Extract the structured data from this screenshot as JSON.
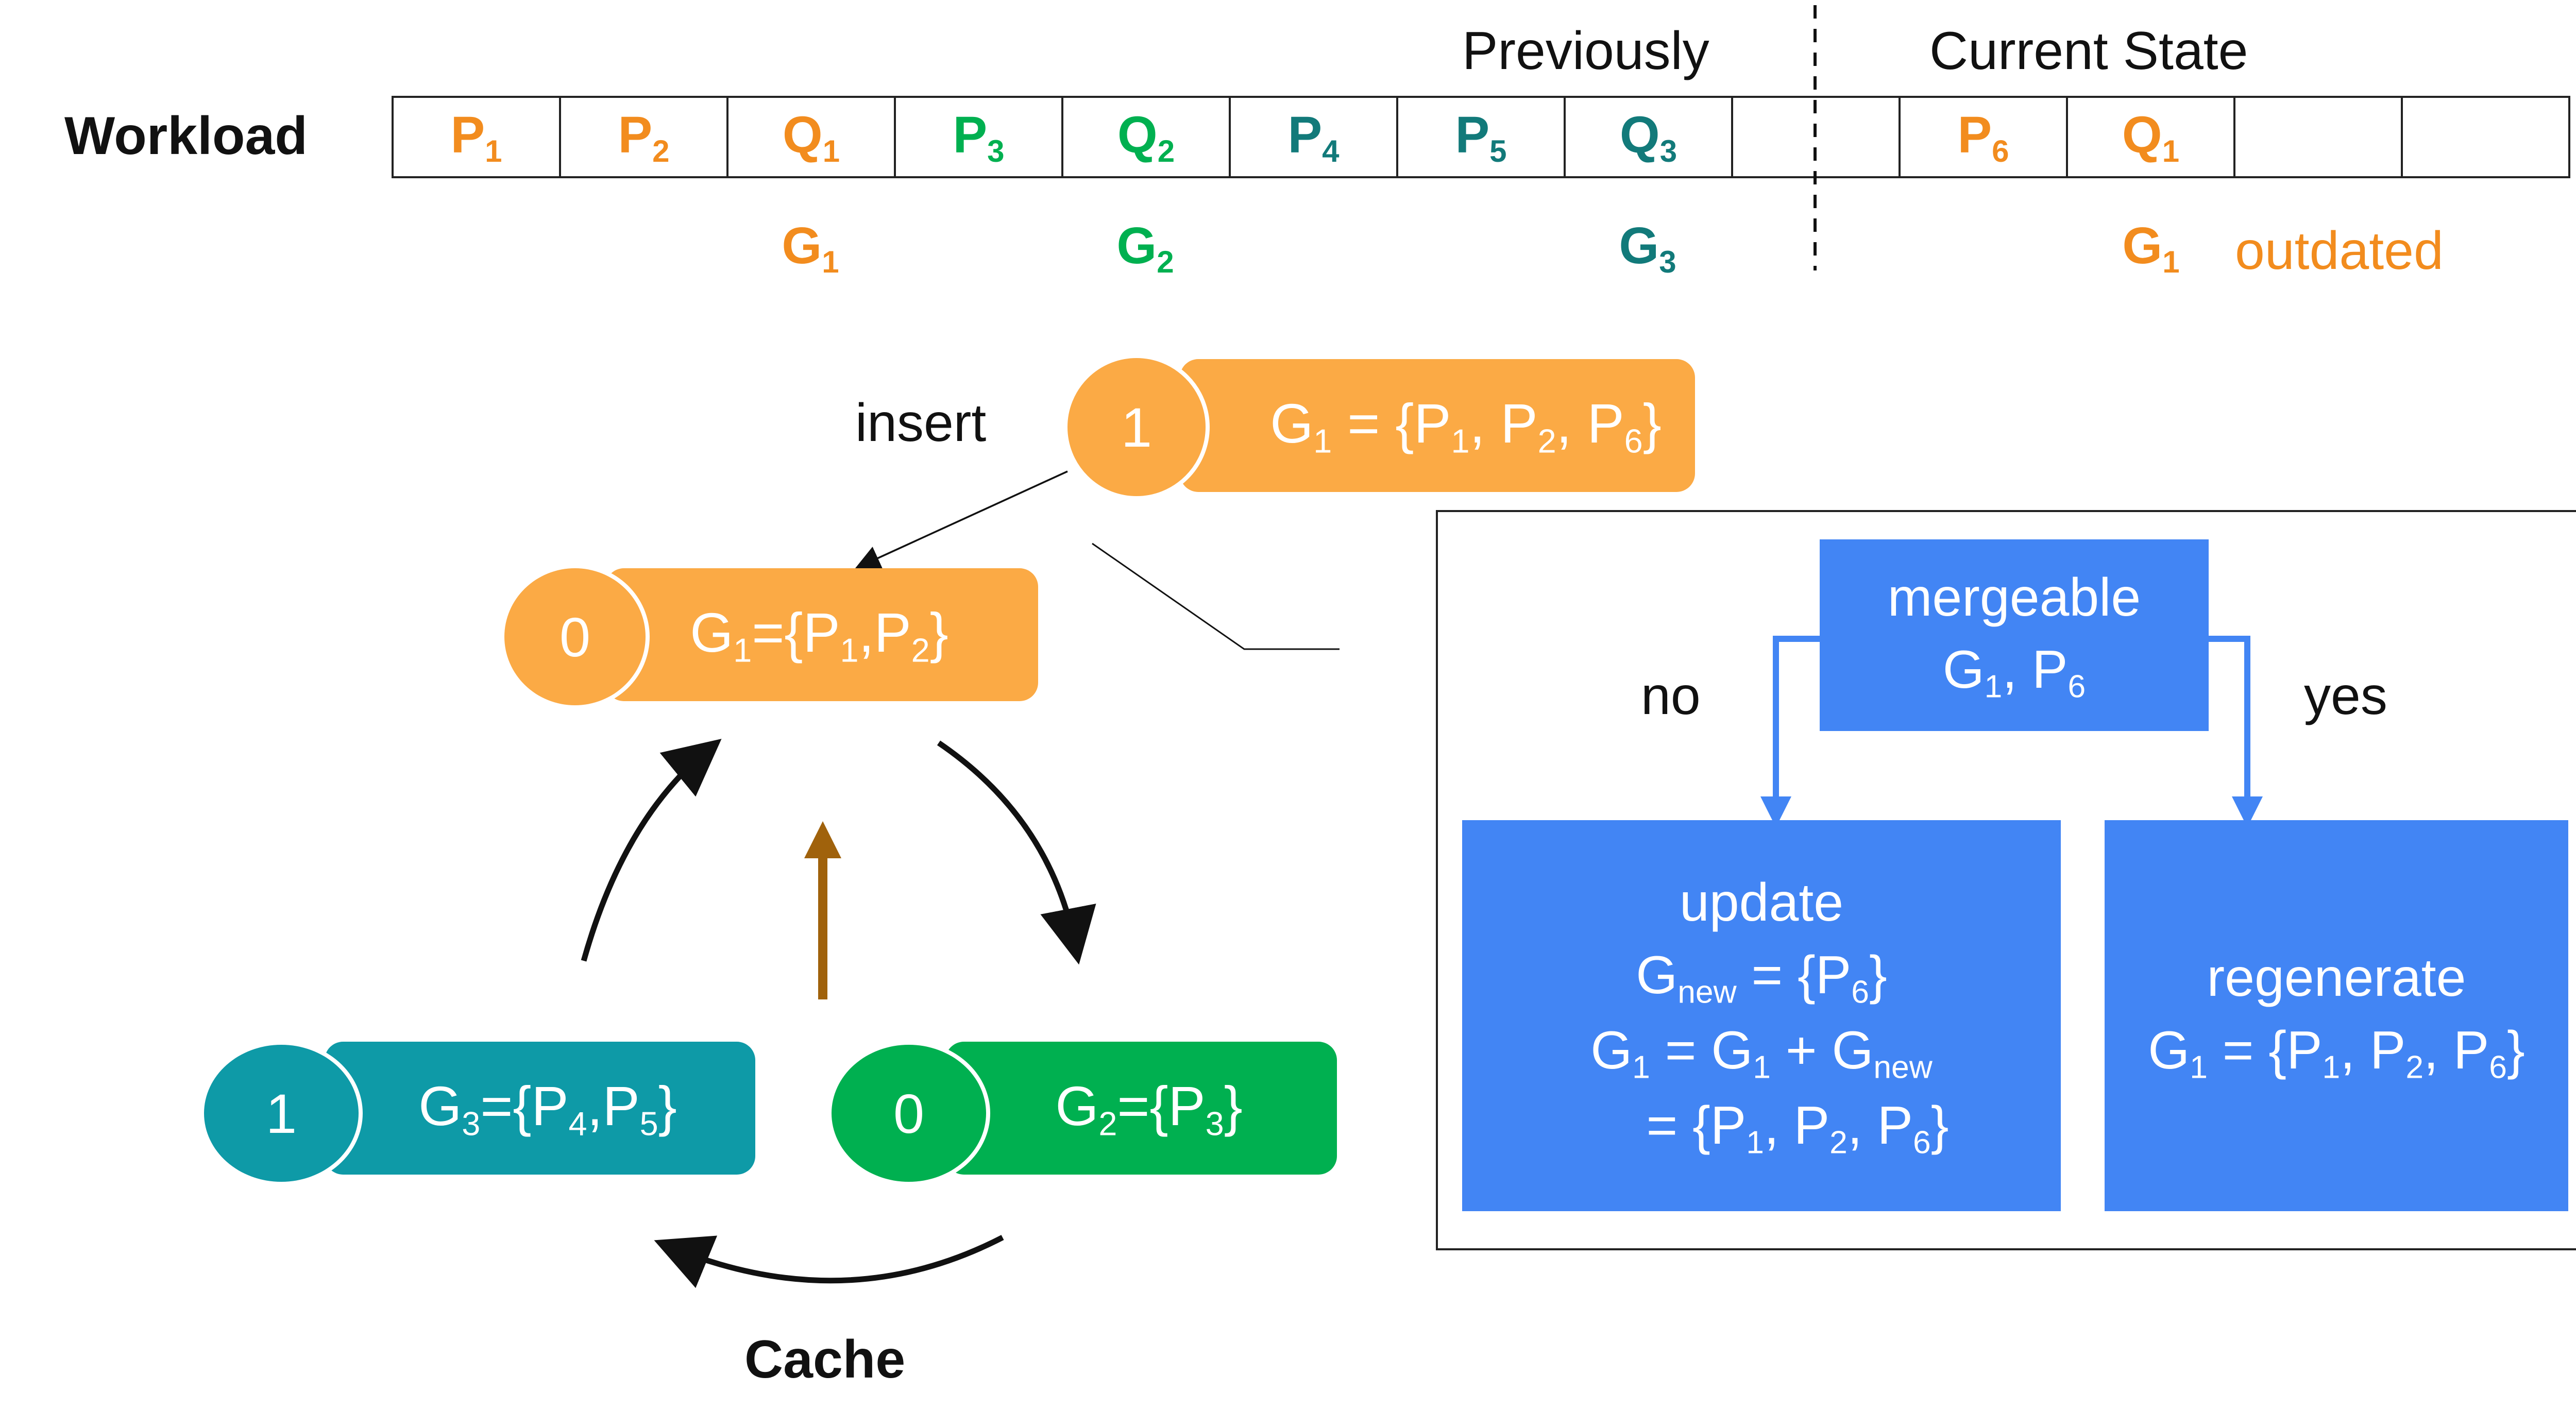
{
  "timeline": {
    "previously_label": "Previously",
    "current_label": "Current State",
    "workload_label": "Workload",
    "cells": [
      {
        "letter": "P",
        "sub": "1",
        "color": "#f28c1e"
      },
      {
        "letter": "P",
        "sub": "2",
        "color": "#f28c1e"
      },
      {
        "letter": "Q",
        "sub": "1",
        "color": "#f28c1e"
      },
      {
        "letter": "P",
        "sub": "3",
        "color": "#00b050"
      },
      {
        "letter": "Q",
        "sub": "2",
        "color": "#00b050"
      },
      {
        "letter": "P",
        "sub": "4",
        "color": "#127a7a"
      },
      {
        "letter": "P",
        "sub": "5",
        "color": "#127a7a"
      },
      {
        "letter": "Q",
        "sub": "3",
        "color": "#127a7a"
      },
      {
        "letter": "",
        "sub": "",
        "color": "#111111"
      },
      {
        "letter": "P",
        "sub": "6",
        "color": "#f28c1e"
      },
      {
        "letter": "Q",
        "sub": "1",
        "color": "#f28c1e"
      },
      {
        "letter": "",
        "sub": "",
        "color": "#111111"
      },
      {
        "letter": "",
        "sub": "",
        "color": "#111111"
      }
    ],
    "group_labels": [
      {
        "letter": "G",
        "sub": "1",
        "color": "#f28c1e"
      },
      {
        "letter": "G",
        "sub": "2",
        "color": "#00b050"
      },
      {
        "letter": "G",
        "sub": "3",
        "color": "#127a7a"
      },
      {
        "letter": "G",
        "sub": "1",
        "color": "#f28c1e"
      }
    ],
    "outdated_label": "outdated"
  },
  "cache": {
    "insert_label": "insert",
    "cache_label": "Cache",
    "new_node": {
      "count": "1",
      "text": "G<sub>1</sub> = {P<sub>1</sub>, P<sub>2</sub>, P<sub>6</sub>}"
    },
    "nodes": [
      {
        "count": "0",
        "text": "G<sub>1</sub>={P<sub>1</sub>,P<sub>2</sub>}"
      },
      {
        "count": "1",
        "text": "G<sub>3</sub>={P<sub>4</sub>,P<sub>5</sub>}"
      },
      {
        "count": "0",
        "text": "G<sub>2</sub>={P<sub>3</sub>}"
      }
    ]
  },
  "decision": {
    "mergeable_title": "mergeable",
    "mergeable_sub": "G<sub>1</sub>, P<sub>6</sub>",
    "no_label": "no",
    "yes_label": "yes",
    "update_title": "update",
    "update_line1": "G<sub>new</sub> = {P<sub>6</sub>}",
    "update_line2": "G<sub>1</sub> = G<sub>1</sub> + G<sub>new</sub>",
    "update_line3": "= {P<sub>1</sub>, P<sub>2</sub>, P<sub>6</sub>}",
    "regen_title": "regenerate",
    "regen_line1": "G<sub>1</sub> = {P<sub>1</sub>, P<sub>2</sub>, P<sub>6</sub>}"
  },
  "colors": {
    "orange": "#fbaa45",
    "teal": "#0e9aa7",
    "green": "#00b050",
    "blue": "#4285f4",
    "brown_arrow": "#a0620c"
  }
}
